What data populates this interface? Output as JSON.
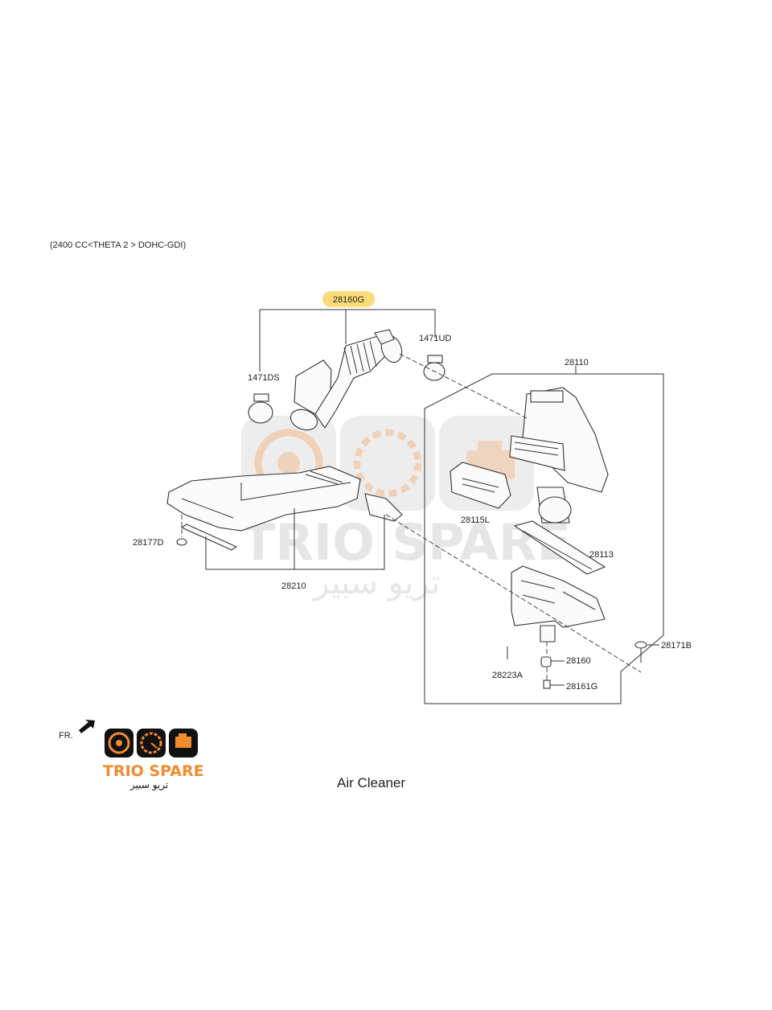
{
  "header": {
    "engine_spec": "(2400 CC<THETA 2 > DOHC-GDI)"
  },
  "highlight_part": "28160G",
  "parts": {
    "p28160G": "28160G",
    "p1471UD": "1471UD",
    "p1471DS": "1471DS",
    "p28110": "28110",
    "p28115L": "28115L",
    "p28113": "28113",
    "p28177D": "28177D",
    "p28210": "28210",
    "p28171B": "28171B",
    "p28160": "28160",
    "p28223A": "28223A",
    "p28161G": "28161G"
  },
  "front_marker": "FR.",
  "caption": "Air Cleaner",
  "watermark": {
    "brand": "TRIO SPARE",
    "arabic": "تريو سبير"
  },
  "logo": {
    "brand": "TRIO SPARE",
    "arabic": "تريو سبير"
  },
  "colors": {
    "highlight": "#fbdc7a",
    "brand_orange": "#f28a2e",
    "watermark_gray": "#c8c8c8"
  }
}
